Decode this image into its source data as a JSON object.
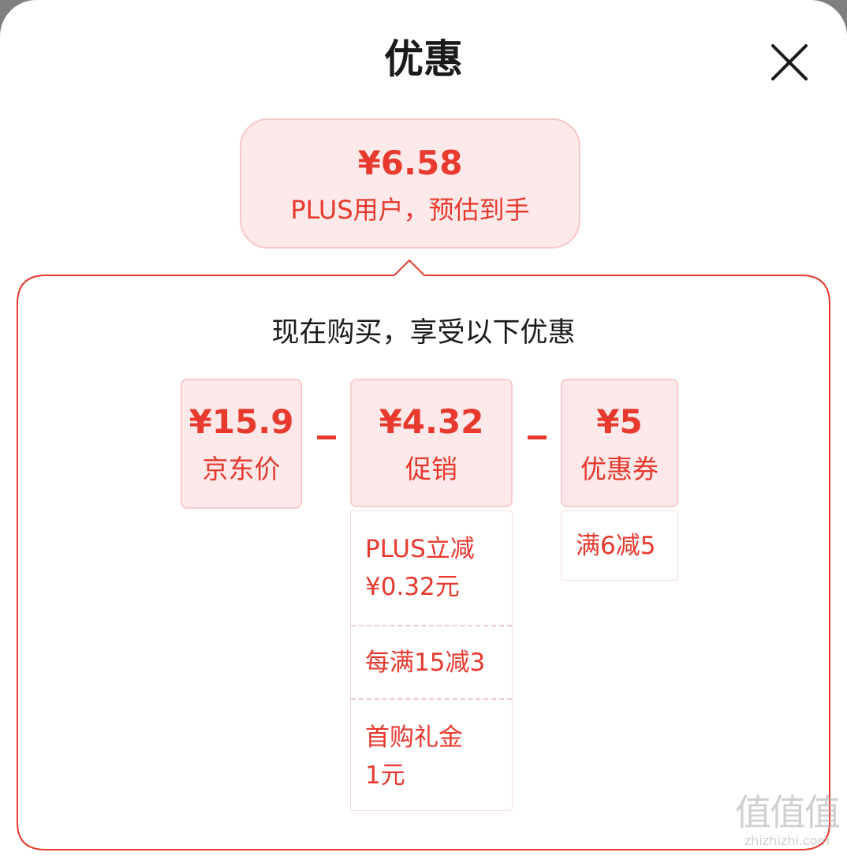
{
  "header": {
    "title": "优惠",
    "close_icon": "close-icon"
  },
  "estimate": {
    "amount": "¥6.58",
    "note": "PLUS用户，预估到手"
  },
  "panel": {
    "subtitle": "现在购买，享受以下优惠",
    "accent_color": "#e8392e",
    "cards": [
      {
        "value": "¥15.9",
        "label": "京东价"
      },
      {
        "value": "¥4.32",
        "label": "促销"
      },
      {
        "value": "¥5",
        "label": "优惠券"
      }
    ],
    "promotion_details": [
      {
        "line1": "PLUS立减",
        "line2": "¥0.32元"
      },
      {
        "line1": "每满15减3",
        "line2": ""
      },
      {
        "line1": "首购礼金",
        "line2": "1元"
      }
    ],
    "coupon_details": [
      {
        "line1": "满6减5"
      }
    ]
  },
  "watermark": {
    "logo": "值值值",
    "text": "zhizhizhi.com"
  }
}
